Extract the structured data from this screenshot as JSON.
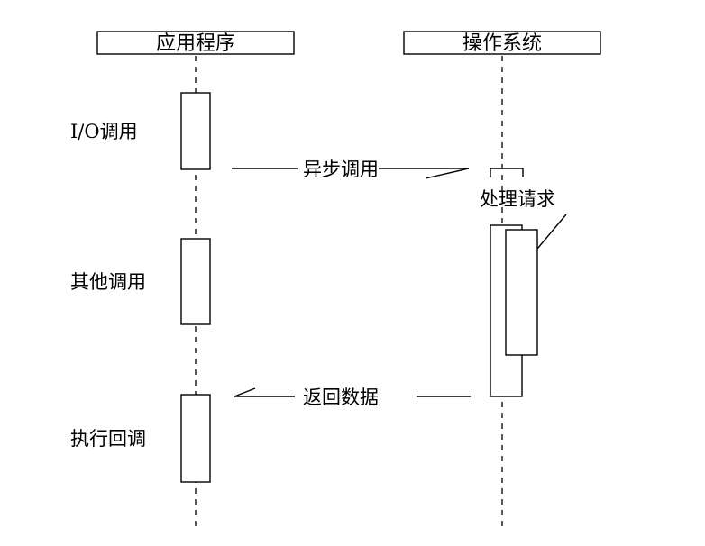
{
  "participants": {
    "app": "应用程序",
    "os": "操作系统"
  },
  "app_steps": {
    "io_call": "I/O调用",
    "other_call": "其他调用",
    "callback": "执行回调"
  },
  "messages": {
    "async_call": "异步调用",
    "return_data": "返回数据"
  },
  "os_notes": {
    "process_request": "处理请求"
  }
}
